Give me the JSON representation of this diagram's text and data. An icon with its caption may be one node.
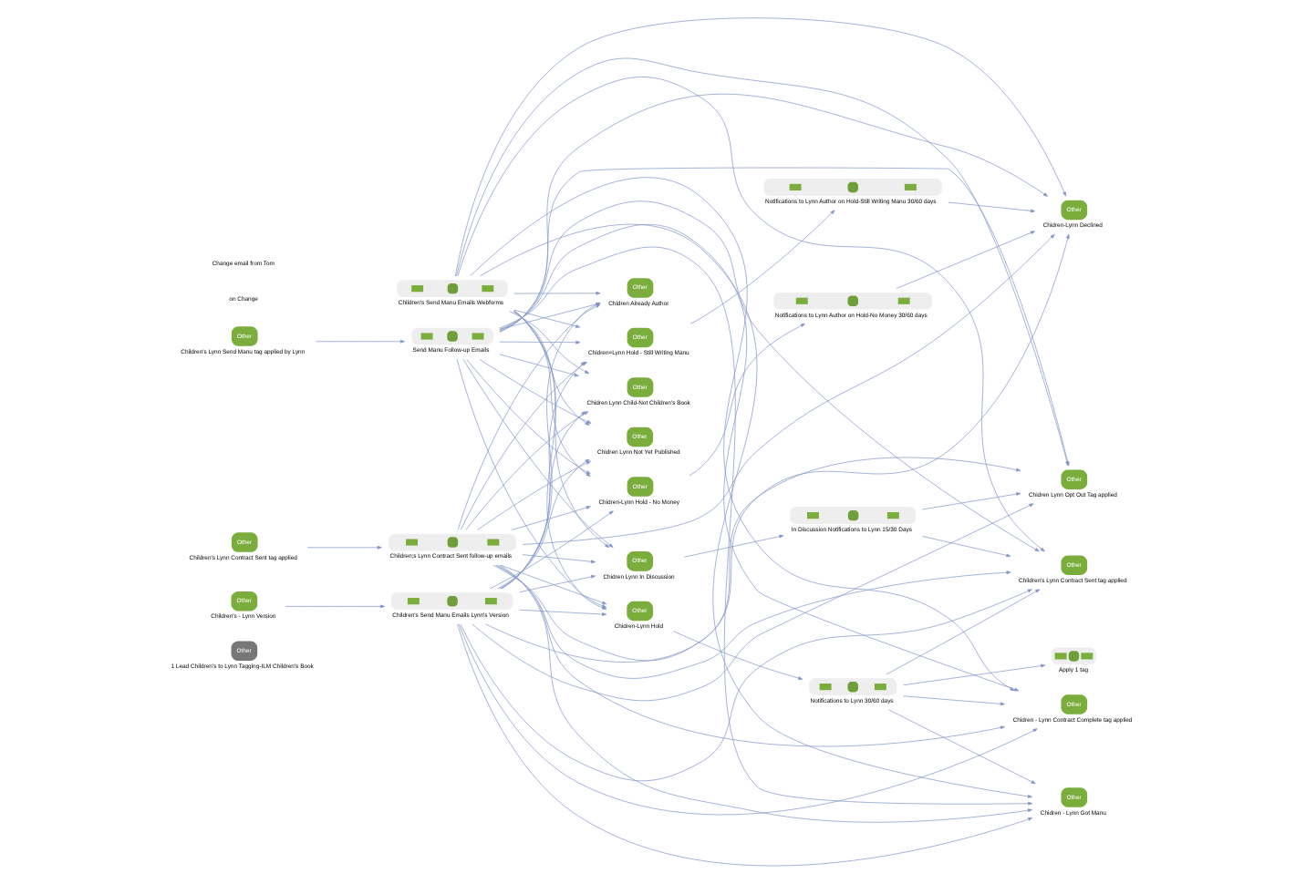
{
  "diagram": {
    "nodes": [
      {
        "text": [
          "Other",
          "1 Lead Children's to Lynn Tagging-ILM Children's Book"
        ]
      },
      {
        "text": [
          "Children's Send Manu Emails Webforms"
        ]
      },
      {
        "text": [
          "Other",
          "Children's Lynn Send Manu tag applied by Lynn"
        ]
      },
      {
        "text": [
          "Send Manu Follow-up Emails"
        ]
      },
      {
        "text": [
          "Other",
          "Children's - Lynn Version"
        ]
      },
      {
        "text": [
          "Children's Send Manu Emails Lynn's Version"
        ]
      },
      {
        "text": [
          "Other",
          "Children's Lynn Contract Sent tag applied"
        ]
      },
      {
        "text": [
          "Children;s Lynn Contract Sent follow-up emails"
        ]
      },
      {
        "text": [
          "Other",
          "Chidren Lynn Opt Out Tag applied"
        ]
      },
      {
        "text": [
          "Other",
          "Chidren Lynn In Discussion"
        ]
      },
      {
        "text": [
          "In Discussion Notifications to Lynn 15/30 Days"
        ]
      },
      {
        "text": [
          "Other",
          "Children's Lynn Contract Sent tag applied"
        ]
      },
      {
        "text": [
          "Other",
          "Chidren - Lynn Got Manu"
        ]
      },
      {
        "text": [
          "Other",
          "Chidren-Lynn Hold"
        ]
      },
      {
        "text": [
          "Notifications to Lynn 30/60 days"
        ]
      },
      {
        "text": [
          "Other",
          "Chidren-Lynn Declined"
        ]
      },
      {
        "text": [
          "Other",
          "Chidren-Lynn Hold - No Money"
        ]
      },
      {
        "text": [
          "Notifications to Lynn Author on Hold-No Money 30/60 days"
        ]
      },
      {
        "text": [
          "Other",
          "Chidren Lynn Child-Not Children's Book"
        ]
      },
      {
        "text": [
          "Other",
          "Chidren Lynn Not Yet Published"
        ]
      },
      {
        "text": [
          "Other",
          "Chidren Already Author"
        ]
      },
      {
        "text": [
          "Other",
          "Chidren=Lynn Hold - Still Writing Manu"
        ]
      },
      {
        "text": [
          "Notifications to Lynn Author on Hold-Still Writing Manu 30/60 days"
        ]
      },
      {
        "text": [
          "Other",
          "Chidren - Lynn Contract Complete tag applied"
        ]
      },
      {
        "text": [
          "Apply 1 tag"
        ]
      }
    ],
    "edges": [
      {
        "from": 2,
        "to": 3,
        "arrow": "to"
      },
      {
        "from": 4,
        "to": 5,
        "arrow": "to"
      },
      {
        "from": 6,
        "to": 7,
        "arrow": "to"
      },
      {
        "from": 1,
        "to": 8,
        "arrow": "to"
      },
      {
        "from": 1,
        "to": 9,
        "arrow": "to"
      },
      {
        "from": 1,
        "to": 12,
        "arrow": "to"
      },
      {
        "from": 1,
        "to": 13,
        "arrow": "to"
      },
      {
        "from": 1,
        "to": 15,
        "arrow": "to"
      },
      {
        "from": 1,
        "to": 16,
        "arrow": "to"
      },
      {
        "from": 1,
        "to": 21,
        "arrow": "to"
      },
      {
        "from": 1,
        "to": 11,
        "arrow": "to"
      },
      {
        "from": 1,
        "to": 18,
        "arrow": "to"
      },
      {
        "from": 1,
        "to": 19,
        "arrow": "to"
      },
      {
        "from": 1,
        "to": 20,
        "arrow": "to"
      },
      {
        "from": 1,
        "to": 23,
        "arrow": "to"
      },
      {
        "from": 3,
        "to": 8,
        "arrow": "to"
      },
      {
        "from": 3,
        "to": 9,
        "arrow": "to"
      },
      {
        "from": 3,
        "to": 12,
        "arrow": "to"
      },
      {
        "from": 3,
        "to": 13,
        "arrow": "to"
      },
      {
        "from": 3,
        "to": 15,
        "arrow": "to"
      },
      {
        "from": 3,
        "to": 16,
        "arrow": "to"
      },
      {
        "from": 3,
        "to": 21,
        "arrow": "to"
      },
      {
        "from": 3,
        "to": 11,
        "arrow": "to"
      },
      {
        "from": 3,
        "to": 18,
        "arrow": "to"
      },
      {
        "from": 3,
        "to": 19,
        "arrow": "to"
      },
      {
        "from": 3,
        "to": 20,
        "arrow": "to"
      },
      {
        "from": 3,
        "to": 23,
        "arrow": "to"
      },
      {
        "from": 5,
        "to": 8,
        "arrow": "to"
      },
      {
        "from": 5,
        "to": 9,
        "arrow": "to"
      },
      {
        "from": 5,
        "to": 12,
        "arrow": "to"
      },
      {
        "from": 5,
        "to": 13,
        "arrow": "to"
      },
      {
        "from": 5,
        "to": 15,
        "arrow": "to"
      },
      {
        "from": 5,
        "to": 16,
        "arrow": "to"
      },
      {
        "from": 5,
        "to": 21,
        "arrow": "to"
      },
      {
        "from": 5,
        "to": 11,
        "arrow": "to"
      },
      {
        "from": 5,
        "to": 18,
        "arrow": "to"
      },
      {
        "from": 5,
        "to": 19,
        "arrow": "to"
      },
      {
        "from": 5,
        "to": 20,
        "arrow": "to"
      },
      {
        "from": 5,
        "to": 23,
        "arrow": "to"
      },
      {
        "from": 7,
        "to": 8,
        "arrow": "to"
      },
      {
        "from": 7,
        "to": 9,
        "arrow": "to"
      },
      {
        "from": 7,
        "to": 12,
        "arrow": "to"
      },
      {
        "from": 7,
        "to": 13,
        "arrow": "to"
      },
      {
        "from": 7,
        "to": 15,
        "arrow": "to"
      },
      {
        "from": 7,
        "to": 16,
        "arrow": "to"
      },
      {
        "from": 7,
        "to": 21,
        "arrow": "to"
      },
      {
        "from": 7,
        "to": 11,
        "arrow": "to"
      },
      {
        "from": 7,
        "to": 18,
        "arrow": "to"
      },
      {
        "from": 7,
        "to": 19,
        "arrow": "to"
      },
      {
        "from": 7,
        "to": 20,
        "arrow": "to"
      },
      {
        "from": 7,
        "to": 23,
        "arrow": "to"
      },
      {
        "from": 9,
        "to": 10,
        "arrow": "to"
      },
      {
        "from": 10,
        "to": 11,
        "arrow": "to"
      },
      {
        "from": 13,
        "to": 14,
        "arrow": "to"
      },
      {
        "from": 14,
        "to": 11,
        "arrow": "to"
      },
      {
        "from": 16,
        "to": 17,
        "arrow": "to"
      },
      {
        "from": 21,
        "to": 22,
        "arrow": "to"
      },
      {
        "from": 10,
        "to": 8,
        "arrow": "to"
      },
      {
        "from": 14,
        "to": 12,
        "arrow": "to"
      },
      {
        "from": 17,
        "to": 15,
        "arrow": "to"
      },
      {
        "from": 22,
        "to": 15,
        "arrow": "to"
      },
      {
        "from": 14,
        "to": 23,
        "arrow": "to"
      },
      {
        "from": 14,
        "to": 24,
        "arrow": "to"
      }
    ],
    "labels": [
      "on Change",
      "Change email from Tom"
    ]
  }
}
